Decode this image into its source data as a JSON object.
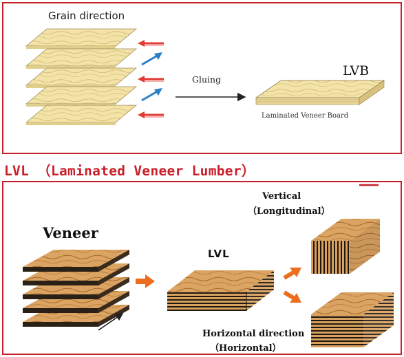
{
  "top_panel": {
    "grain_direction_label": "Grain direction",
    "gluing_label": "Gluing",
    "lvb_label": "LVB",
    "lvb_caption": "Laminated Veneer Board"
  },
  "section_title": "LVL （Laminated Veneer Lumber）",
  "bottom_panel": {
    "veneer_label": "Veneer",
    "lvl_label": "LVL",
    "vertical_label": "Vertical",
    "longitudinal_label": "（Longitudinal）",
    "horizontal_direction_label": "Horizontal direction",
    "horizontal_label": "（Horizontal）"
  },
  "colors": {
    "frame": "#c8202a",
    "veneer_light": "#f3e3a6",
    "wood": "#d9a15e",
    "edge_dark": "#2a2016",
    "arrow_red": "#e03a33",
    "arrow_blue": "#2b7fc6",
    "arrow_orange": "#ec6d1e"
  }
}
